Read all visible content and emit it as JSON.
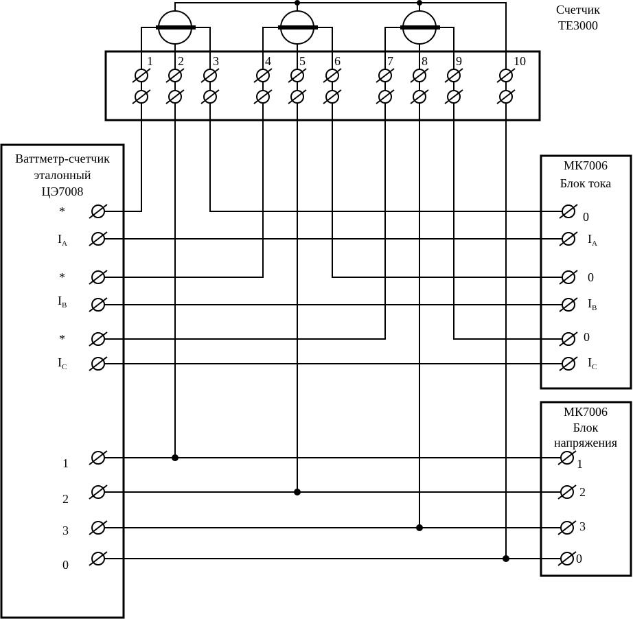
{
  "meter": {
    "title_line1": "Счетчик",
    "title_line2": "ТЕ3000",
    "terminals": [
      "1",
      "2",
      "3",
      "4",
      "5",
      "6",
      "7",
      "8",
      "9",
      "10"
    ]
  },
  "reference": {
    "title_line1": "Ваттметр-счетчик",
    "title_line2": "эталонный",
    "title_line3": "ЦЭ7008",
    "current_terminals": [
      {
        "main": "*",
        "sub": ""
      },
      {
        "main": "I",
        "sub": "A"
      },
      {
        "main": "*",
        "sub": ""
      },
      {
        "main": "I",
        "sub": "B"
      },
      {
        "main": "*",
        "sub": ""
      },
      {
        "main": "I",
        "sub": "C"
      }
    ],
    "voltage_terminals": [
      "1",
      "2",
      "3",
      "0"
    ]
  },
  "current_block": {
    "title_line1": "МК7006",
    "title_line2": "Блок тока",
    "terminals": [
      {
        "main": "0",
        "sub": ""
      },
      {
        "main": "I",
        "sub": "A"
      },
      {
        "main": "0",
        "sub": ""
      },
      {
        "main": "I",
        "sub": "B"
      },
      {
        "main": "0",
        "sub": ""
      },
      {
        "main": "I",
        "sub": "C"
      }
    ]
  },
  "voltage_block": {
    "title_line1": "МК7006",
    "title_line2": "Блок",
    "title_line3": "напряжения",
    "terminals": [
      "1",
      "2",
      "3",
      "0"
    ]
  }
}
